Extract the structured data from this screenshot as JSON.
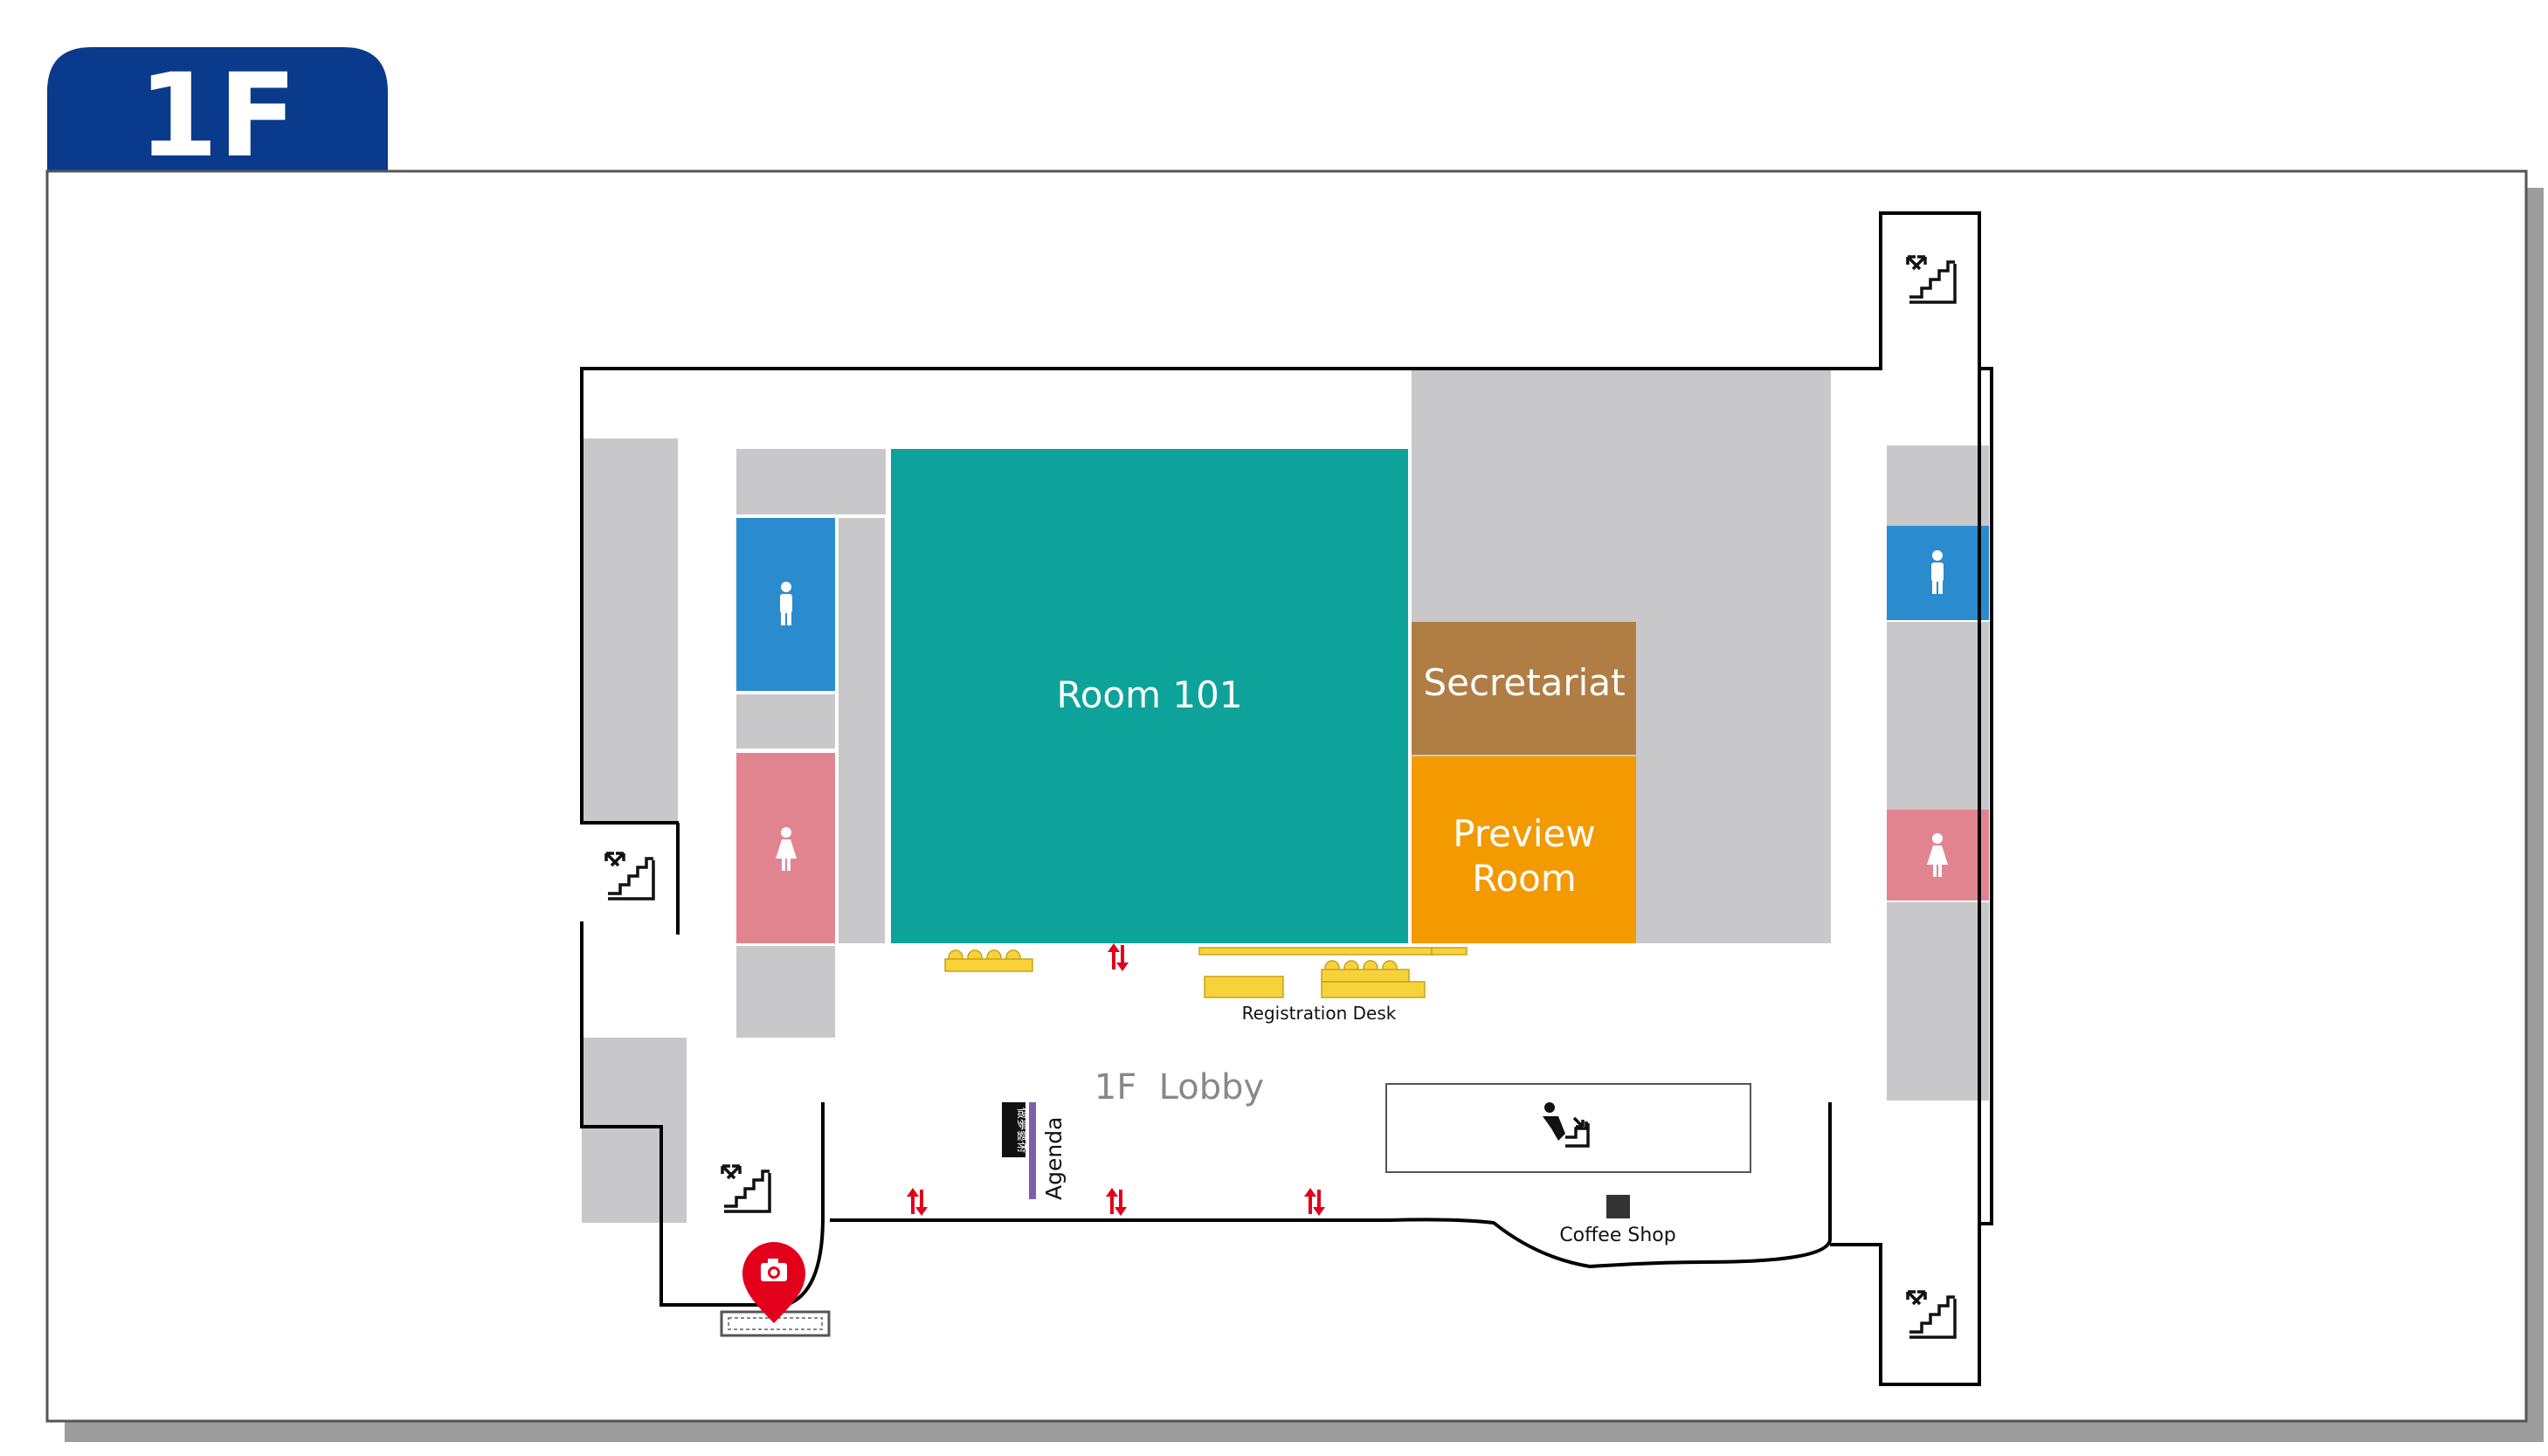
{
  "floor_tab": {
    "label": "1F",
    "color": "#0A3A8C"
  },
  "rooms": {
    "room101": {
      "label": "Room 101",
      "color": "#0DA39A"
    },
    "secretariat": {
      "label": "Secretariat",
      "color": "#B07E45"
    },
    "preview_room": {
      "line1": "Preview",
      "line2": "Room",
      "color": "#F29A00"
    }
  },
  "areas": {
    "lobby": "1F  Lobby",
    "registration_desk": "Registration Desk",
    "coffee_shop": "Coffee Shop",
    "agenda": "Agenda",
    "agenda_board": "做夢藝術"
  },
  "colors": {
    "men_restroom": "#2A8BCF",
    "women_restroom": "#E28490",
    "service_area": "#C8C8CA",
    "wall": "#000000",
    "elevator_arrows": "#E2001A",
    "photo_marker": "#E2001A",
    "seating": "#F7D23A"
  },
  "icons": [
    "stairs-icon",
    "escalator-icon",
    "men-restroom-icon",
    "women-restroom-icon",
    "elevator-icon",
    "camera-marker-icon"
  ]
}
